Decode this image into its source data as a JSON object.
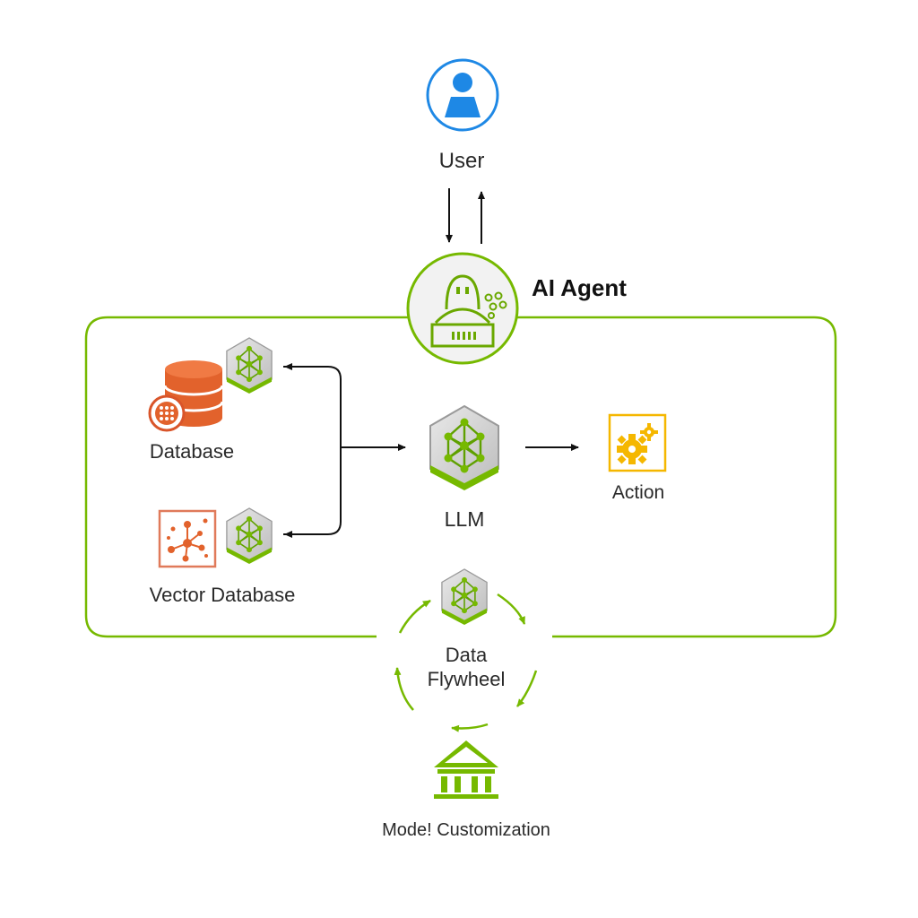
{
  "labels": {
    "user": "User",
    "ai_agent": "AI Agent",
    "database": "Database",
    "vector_database": "Vector Database",
    "llm": "LLM",
    "action": "Action",
    "data_flywheel": "Data Flywheel",
    "model_customization": "Mode! Customization"
  },
  "icons": {
    "user": "user-icon",
    "agent": "ai-agent-icon",
    "database": "database-icon",
    "vector_database": "vector-database-icon",
    "llm": "neural-cube-icon",
    "action": "gears-icon",
    "model_customization": "institution-icon"
  },
  "colors": {
    "green": "#76b900",
    "user_blue": "#1e88e5",
    "database_orange": "#e2622c",
    "action_yellow": "#f5b700",
    "arrow": "#111111"
  }
}
